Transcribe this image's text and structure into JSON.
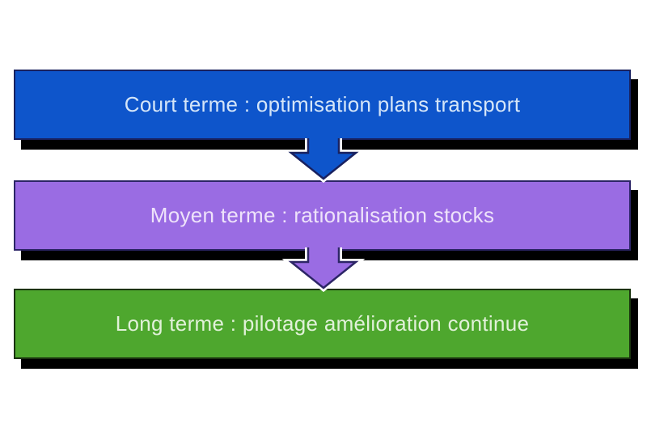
{
  "diagram": {
    "background": "#ffffff",
    "shadow_color": "#000000",
    "steps": [
      {
        "id": "court-terme",
        "label": "Court terme : optimisation plans transport",
        "fill": "#0E55CB",
        "border": "#19215F",
        "text_color": "#D4E5F8"
      },
      {
        "id": "moyen-terme",
        "label": "Moyen terme : rationalisation stocks",
        "fill": "#9A6CE3",
        "border": "#2C2566",
        "text_color": "#EEE3FA"
      },
      {
        "id": "long-terme",
        "label": "Long terme : pilotage amélioration continue",
        "fill": "#4EA72E",
        "border": "#1A320F",
        "text_color": "#E1F1D9"
      }
    ],
    "connectors": [
      {
        "name": "down-arrow-court-to-moyen",
        "fill": "#0E55CB",
        "outline": "#19215F"
      },
      {
        "name": "down-arrow-moyen-to-long",
        "fill": "#9A6CE3",
        "outline": "#2C2566"
      }
    ]
  }
}
